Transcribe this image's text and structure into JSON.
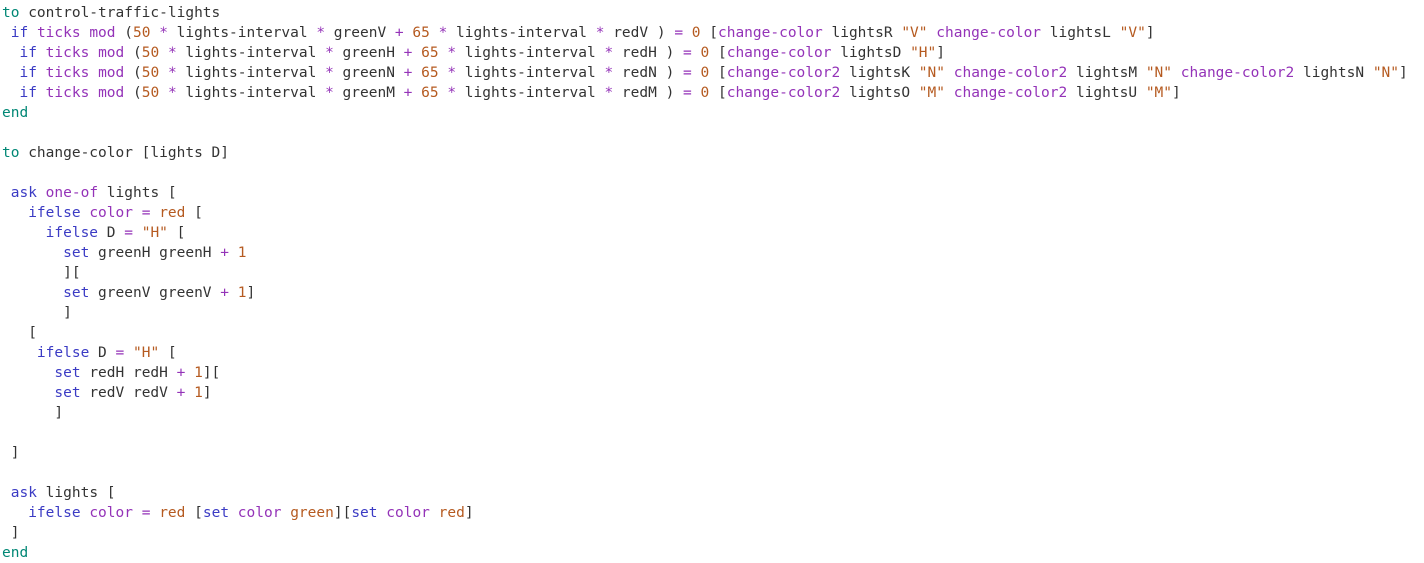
{
  "app": "netlogo-code-editor",
  "colors": {
    "background": "#FFFFFF",
    "keyword_green": "#008775",
    "command_blue": "#3B3BC4",
    "reporter_purple": "#9433B8",
    "constant_orange": "#B55A20",
    "plain_text": "#333333"
  },
  "editor": {
    "language": "netlogo",
    "procedures": [
      "control-traffic-lights",
      "change-color"
    ],
    "lines": [
      [
        [
          "k",
          "to"
        ],
        [
          "p",
          " control-traffic-lights"
        ]
      ],
      [
        [
          "p",
          " "
        ],
        [
          "c",
          "if"
        ],
        [
          "p",
          " "
        ],
        [
          "r",
          "ticks"
        ],
        [
          "p",
          " "
        ],
        [
          "r",
          "mod"
        ],
        [
          "p",
          " ("
        ],
        [
          "o",
          "50"
        ],
        [
          "p",
          " "
        ],
        [
          "r",
          "*"
        ],
        [
          "p",
          " lights-interval "
        ],
        [
          "r",
          "*"
        ],
        [
          "p",
          " greenV "
        ],
        [
          "r",
          "+"
        ],
        [
          "p",
          " "
        ],
        [
          "o",
          "65"
        ],
        [
          "p",
          " "
        ],
        [
          "r",
          "*"
        ],
        [
          "p",
          " lights-interval "
        ],
        [
          "r",
          "*"
        ],
        [
          "p",
          " redV ) "
        ],
        [
          "r",
          "="
        ],
        [
          "p",
          " "
        ],
        [
          "o",
          "0"
        ],
        [
          "p",
          " ["
        ],
        [
          "r",
          "change-color"
        ],
        [
          "p",
          " lightsR "
        ],
        [
          "o",
          "\"V\""
        ],
        [
          "p",
          " "
        ],
        [
          "r",
          "change-color"
        ],
        [
          "p",
          " lightsL "
        ],
        [
          "o",
          "\"V\""
        ],
        [
          "p",
          "]"
        ]
      ],
      [
        [
          "p",
          "  "
        ],
        [
          "c",
          "if"
        ],
        [
          "p",
          " "
        ],
        [
          "r",
          "ticks"
        ],
        [
          "p",
          " "
        ],
        [
          "r",
          "mod"
        ],
        [
          "p",
          " ("
        ],
        [
          "o",
          "50"
        ],
        [
          "p",
          " "
        ],
        [
          "r",
          "*"
        ],
        [
          "p",
          " lights-interval "
        ],
        [
          "r",
          "*"
        ],
        [
          "p",
          " greenH "
        ],
        [
          "r",
          "+"
        ],
        [
          "p",
          " "
        ],
        [
          "o",
          "65"
        ],
        [
          "p",
          " "
        ],
        [
          "r",
          "*"
        ],
        [
          "p",
          " lights-interval "
        ],
        [
          "r",
          "*"
        ],
        [
          "p",
          " redH ) "
        ],
        [
          "r",
          "="
        ],
        [
          "p",
          " "
        ],
        [
          "o",
          "0"
        ],
        [
          "p",
          " ["
        ],
        [
          "r",
          "change-color"
        ],
        [
          "p",
          " lightsD "
        ],
        [
          "o",
          "\"H\""
        ],
        [
          "p",
          "]"
        ]
      ],
      [
        [
          "p",
          "  "
        ],
        [
          "c",
          "if"
        ],
        [
          "p",
          " "
        ],
        [
          "r",
          "ticks"
        ],
        [
          "p",
          " "
        ],
        [
          "r",
          "mod"
        ],
        [
          "p",
          " ("
        ],
        [
          "o",
          "50"
        ],
        [
          "p",
          " "
        ],
        [
          "r",
          "*"
        ],
        [
          "p",
          " lights-interval "
        ],
        [
          "r",
          "*"
        ],
        [
          "p",
          " greenN "
        ],
        [
          "r",
          "+"
        ],
        [
          "p",
          " "
        ],
        [
          "o",
          "65"
        ],
        [
          "p",
          " "
        ],
        [
          "r",
          "*"
        ],
        [
          "p",
          " lights-interval "
        ],
        [
          "r",
          "*"
        ],
        [
          "p",
          " redN ) "
        ],
        [
          "r",
          "="
        ],
        [
          "p",
          " "
        ],
        [
          "o",
          "0"
        ],
        [
          "p",
          " ["
        ],
        [
          "r",
          "change-color2"
        ],
        [
          "p",
          " lightsK "
        ],
        [
          "o",
          "\"N\""
        ],
        [
          "p",
          " "
        ],
        [
          "r",
          "change-color2"
        ],
        [
          "p",
          " lightsM "
        ],
        [
          "o",
          "\"N\""
        ],
        [
          "p",
          " "
        ],
        [
          "r",
          "change-color2"
        ],
        [
          "p",
          " lightsN "
        ],
        [
          "o",
          "\"N\""
        ],
        [
          "p",
          "]"
        ]
      ],
      [
        [
          "p",
          "  "
        ],
        [
          "c",
          "if"
        ],
        [
          "p",
          " "
        ],
        [
          "r",
          "ticks"
        ],
        [
          "p",
          " "
        ],
        [
          "r",
          "mod"
        ],
        [
          "p",
          " ("
        ],
        [
          "o",
          "50"
        ],
        [
          "p",
          " "
        ],
        [
          "r",
          "*"
        ],
        [
          "p",
          " lights-interval "
        ],
        [
          "r",
          "*"
        ],
        [
          "p",
          " greenM "
        ],
        [
          "r",
          "+"
        ],
        [
          "p",
          " "
        ],
        [
          "o",
          "65"
        ],
        [
          "p",
          " "
        ],
        [
          "r",
          "*"
        ],
        [
          "p",
          " lights-interval "
        ],
        [
          "r",
          "*"
        ],
        [
          "p",
          " redM ) "
        ],
        [
          "r",
          "="
        ],
        [
          "p",
          " "
        ],
        [
          "o",
          "0"
        ],
        [
          "p",
          " ["
        ],
        [
          "r",
          "change-color2"
        ],
        [
          "p",
          " lightsO "
        ],
        [
          "o",
          "\"M\""
        ],
        [
          "p",
          " "
        ],
        [
          "r",
          "change-color2"
        ],
        [
          "p",
          " lightsU "
        ],
        [
          "o",
          "\"M\""
        ],
        [
          "p",
          "]"
        ]
      ],
      [
        [
          "k",
          "end"
        ]
      ],
      [],
      [
        [
          "k",
          "to"
        ],
        [
          "p",
          " change-color [lights D]"
        ]
      ],
      [],
      [
        [
          "p",
          " "
        ],
        [
          "c",
          "ask"
        ],
        [
          "p",
          " "
        ],
        [
          "r",
          "one-of"
        ],
        [
          "p",
          " lights ["
        ]
      ],
      [
        [
          "p",
          "   "
        ],
        [
          "c",
          "ifelse"
        ],
        [
          "p",
          " "
        ],
        [
          "r",
          "color"
        ],
        [
          "p",
          " "
        ],
        [
          "r",
          "="
        ],
        [
          "p",
          " "
        ],
        [
          "o",
          "red"
        ],
        [
          "p",
          " ["
        ]
      ],
      [
        [
          "p",
          "     "
        ],
        [
          "c",
          "ifelse"
        ],
        [
          "p",
          " D "
        ],
        [
          "r",
          "="
        ],
        [
          "p",
          " "
        ],
        [
          "o",
          "\"H\""
        ],
        [
          "p",
          " ["
        ]
      ],
      [
        [
          "p",
          "       "
        ],
        [
          "c",
          "set"
        ],
        [
          "p",
          " greenH greenH "
        ],
        [
          "r",
          "+"
        ],
        [
          "p",
          " "
        ],
        [
          "o",
          "1"
        ]
      ],
      [
        [
          "p",
          "       ]["
        ]
      ],
      [
        [
          "p",
          "       "
        ],
        [
          "c",
          "set"
        ],
        [
          "p",
          " greenV greenV "
        ],
        [
          "r",
          "+"
        ],
        [
          "p",
          " "
        ],
        [
          "o",
          "1"
        ],
        [
          "p",
          "]"
        ]
      ],
      [
        [
          "p",
          "       ]"
        ]
      ],
      [
        [
          "p",
          "   ["
        ]
      ],
      [
        [
          "p",
          "    "
        ],
        [
          "c",
          "ifelse"
        ],
        [
          "p",
          " D "
        ],
        [
          "r",
          "="
        ],
        [
          "p",
          " "
        ],
        [
          "o",
          "\"H\""
        ],
        [
          "p",
          " ["
        ]
      ],
      [
        [
          "p",
          "      "
        ],
        [
          "c",
          "set"
        ],
        [
          "p",
          " redH redH "
        ],
        [
          "r",
          "+"
        ],
        [
          "p",
          " "
        ],
        [
          "o",
          "1"
        ],
        [
          "p",
          "]["
        ]
      ],
      [
        [
          "p",
          "      "
        ],
        [
          "c",
          "set"
        ],
        [
          "p",
          " redV redV "
        ],
        [
          "r",
          "+"
        ],
        [
          "p",
          " "
        ],
        [
          "o",
          "1"
        ],
        [
          "p",
          "]"
        ]
      ],
      [
        [
          "p",
          "      ]"
        ]
      ],
      [],
      [
        [
          "p",
          " ]"
        ]
      ],
      [],
      [
        [
          "p",
          " "
        ],
        [
          "c",
          "ask"
        ],
        [
          "p",
          " lights ["
        ]
      ],
      [
        [
          "p",
          "   "
        ],
        [
          "c",
          "ifelse"
        ],
        [
          "p",
          " "
        ],
        [
          "r",
          "color"
        ],
        [
          "p",
          " "
        ],
        [
          "r",
          "="
        ],
        [
          "p",
          " "
        ],
        [
          "o",
          "red"
        ],
        [
          "p",
          " ["
        ],
        [
          "c",
          "set"
        ],
        [
          "p",
          " "
        ],
        [
          "r",
          "color"
        ],
        [
          "p",
          " "
        ],
        [
          "o",
          "green"
        ],
        [
          "p",
          "]["
        ],
        [
          "c",
          "set"
        ],
        [
          "p",
          " "
        ],
        [
          "r",
          "color"
        ],
        [
          "p",
          " "
        ],
        [
          "o",
          "red"
        ],
        [
          "p",
          "]"
        ]
      ],
      [
        [
          "p",
          " ]"
        ]
      ],
      [
        [
          "k",
          "end"
        ]
      ]
    ]
  }
}
